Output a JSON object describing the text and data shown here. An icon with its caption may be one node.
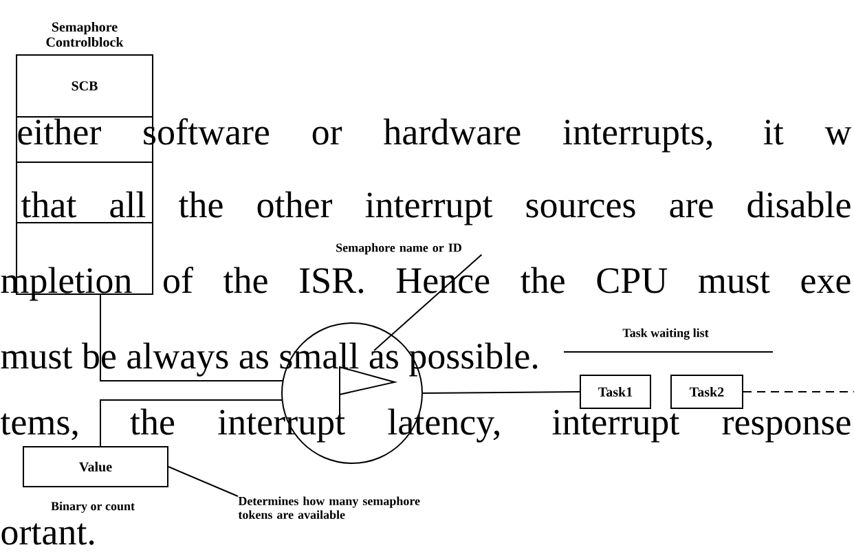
{
  "diagram": {
    "nodes": [
      {
        "text": [
          "Semaphore Controlblock"
        ]
      },
      {
        "text": [
          "SCB"
        ],
        "in": 0
      },
      {
        "text": [],
        "shape": "box",
        "in": 0
      },
      {
        "text": [],
        "shape": "box",
        "in": 0
      },
      {
        "text": [],
        "shape": "box",
        "in": 0
      },
      {
        "text": [],
        "shape": "circle"
      },
      {
        "text": [
          "Semaphore name or ID"
        ]
      },
      {
        "text": [
          "Value"
        ],
        "beside": [
          "Binary or count"
        ]
      },
      {
        "text": [
          "Determines how many semaphore tokens are available"
        ]
      },
      {
        "text": [
          "Task1"
        ]
      },
      {
        "text": [
          "Task2"
        ]
      }
    ],
    "edges": [
      {
        "from": 4,
        "to": 5,
        "arrow": "none"
      },
      {
        "from": 7,
        "to": 5,
        "arrow": "none"
      },
      {
        "from": 6,
        "to": 5,
        "arrow": "none"
      },
      {
        "from": 8,
        "to": 7,
        "arrow": "none"
      },
      {
        "from": 5,
        "to": 9,
        "arrow": "none"
      },
      {
        "from": 10,
        "to": null,
        "arrow": "none",
        "style": "dashed"
      }
    ],
    "labels": [
      "either software or hardware interrupts, it w",
      "that all the other interrupt sources are disable",
      "mpletion of the ISR. Hence the CPU must exe",
      "Task waiting list",
      "must be always as small as possible.",
      "tems, the interrupt latency, interrupt response",
      "ortant."
    ]
  }
}
